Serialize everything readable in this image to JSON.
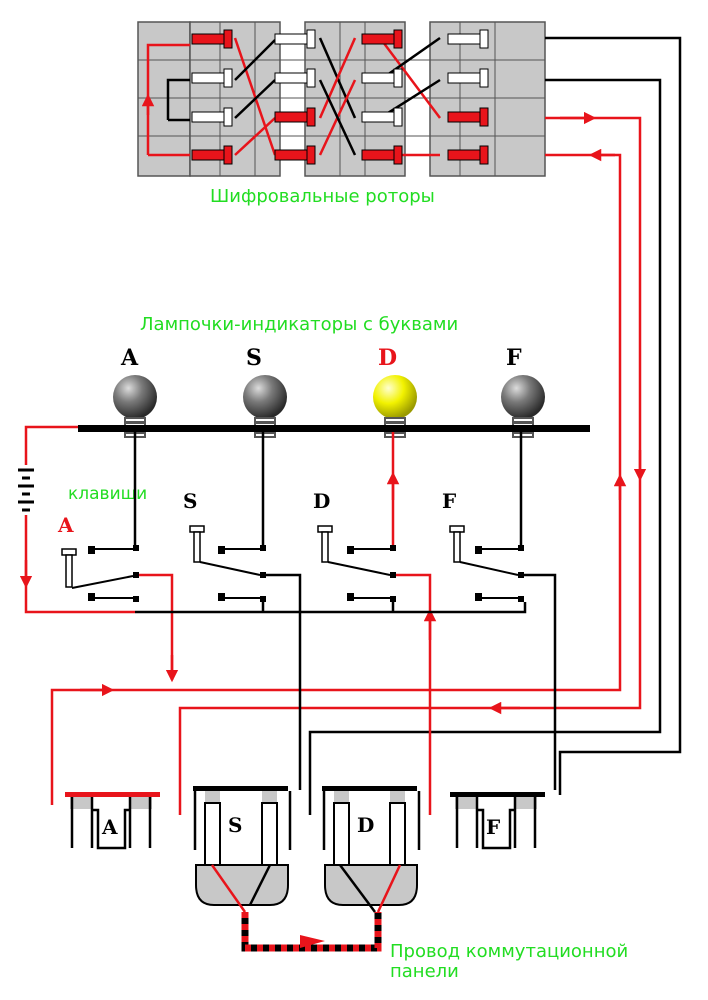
{
  "colors": {
    "active_wire": "#e8141b",
    "inactive_wire": "#000000",
    "caption": "#22dd22",
    "lit_bulb": "#f2f200",
    "unlit_bulb": "#6e6e6e",
    "rotor_body": "#c8c8c8"
  },
  "captions": {
    "rotors": "Шифровальные роторы",
    "lamps": "Лампочки-индикаторы с буквами",
    "keys": "клавиши",
    "plugboard_line1": "Провод коммутационной",
    "plugboard_line2": "панели"
  },
  "lamps": [
    {
      "letter": "A",
      "lit": false
    },
    {
      "letter": "S",
      "lit": false
    },
    {
      "letter": "D",
      "lit": true
    },
    {
      "letter": "F",
      "lit": false
    }
  ],
  "keys": [
    {
      "letter": "A",
      "pressed": true
    },
    {
      "letter": "S",
      "pressed": false
    },
    {
      "letter": "D",
      "pressed": false
    },
    {
      "letter": "F",
      "pressed": false
    }
  ],
  "plugboard": [
    {
      "letter": "A",
      "plugged": false
    },
    {
      "letter": "S",
      "plugged": true
    },
    {
      "letter": "D",
      "plugged": true
    },
    {
      "letter": "F",
      "plugged": false
    }
  ]
}
